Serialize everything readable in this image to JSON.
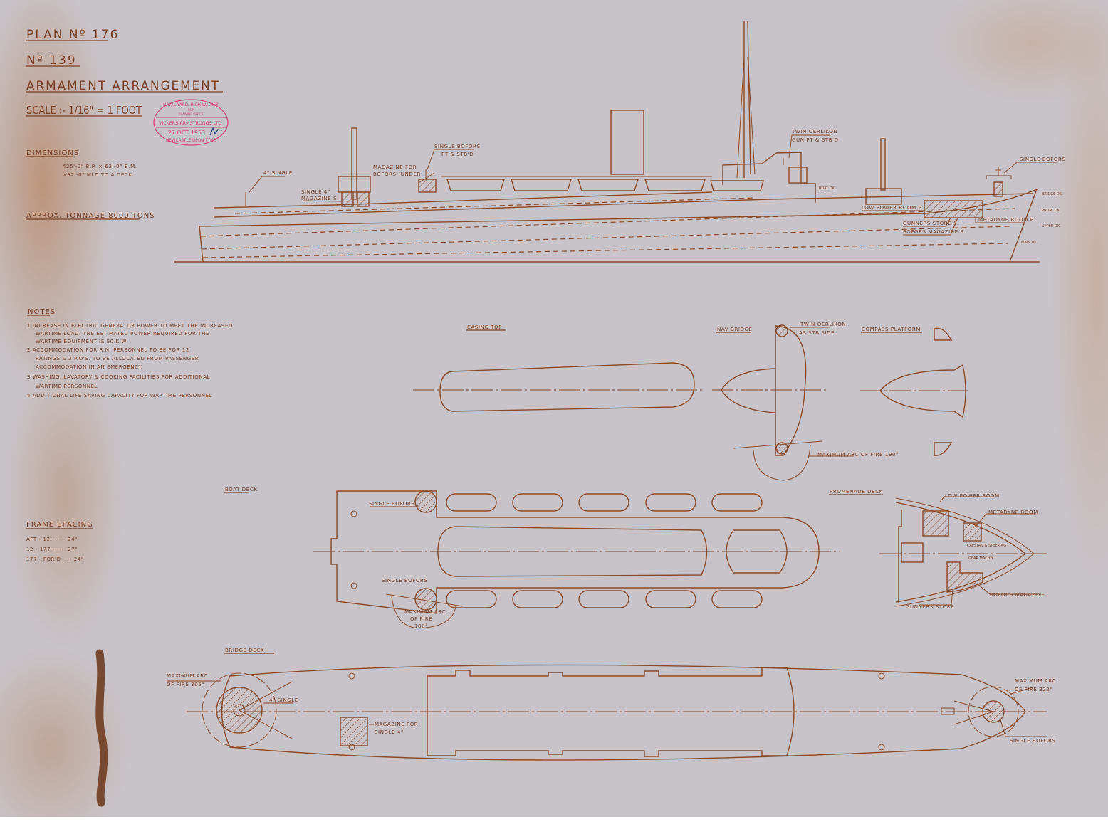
{
  "title_block": {
    "plan_no": "PLAN Nº 176",
    "number": "Nº 139",
    "title": "ARMAMENT ARRANGEMENT",
    "scale": "SCALE :- 1/16\" = 1 FOOT"
  },
  "stamp": {
    "line1": "NAVAL YARD, HIGH WALKER",
    "line2": "N&P",
    "line3": "DRAWING OFFICE",
    "line4": "VICKERS-ARMSTRONGS LTD.",
    "date": "27 OCT 1953",
    "line5": "NEWCASTLE UPON TYNE",
    "color": "#d2457a"
  },
  "dimensions": {
    "heading": "DIMENSIONS",
    "line1": "425'-0\" B.P. × 63'-0\" B.M.",
    "line2": "×37'-0\" MLD TO A DECK."
  },
  "tonnage": "APPROX. TONNAGE 8000 TONS",
  "notes": {
    "heading": "NOTES",
    "lines": [
      "1  INCREASE IN ELECTRIC GENERATOR POWER TO MEET THE INCREASED",
      "WARTIME LOAD. THE ESTIMATED POWER REQUIRED FOR THE",
      "WARTIME EQUIPMENT IS 50 K.W.",
      "2  ACCOMMODATION FOR R.N. PERSONNEL TO BE FOR 12",
      "RATINGS & 2 P.O'S. TO BE ALLOCATED FROM PASSENGER",
      "ACCOMMODATION IN AN EMERGENCY.",
      "3  WASHING, LAVATORY & COOKING FACILITIES FOR ADDITIONAL",
      "WARTIME PERSONNEL",
      "4  ADDITIONAL LIFE SAVING CAPACITY FOR WARTIME PERSONNEL"
    ]
  },
  "frame_spacing": {
    "heading": "FRAME SPACING",
    "rows": [
      "AFT - 12 ------ 24\"",
      "12 - 177 ------ 27\"",
      "177 - FOR'D ---- 24\""
    ]
  },
  "profile": {
    "four_inch_single": "4\" SINGLE",
    "single_4_mag_1": "SINGLE 4\"",
    "single_4_mag_2": "MAGAZINE S.",
    "mag_bofors_1": "MAGAZINE FOR",
    "mag_bofors_2": "BOFORS (UNDER)",
    "single_bofors_1": "SINGLE BOFORS",
    "single_bofors_2": "PT & STB'D",
    "twin_oerlikon_1": "TWIN OERLIKON",
    "twin_oerlikon_2": "GUN PT & STB'D",
    "single_bofors_fwd": "SINGLE BOFORS",
    "boat_dk": "BOAT DK.",
    "bridge_dk": "BRIDGE DK.",
    "prom_dk": "PROM. DK.",
    "upper_dk": "UPPER DK.",
    "main_dk": "MAIN DK.",
    "low_power": "LOW POWER ROOM P.",
    "gunners_store": "GUNNERS STORE S.",
    "bofors_mag": "BOFORS MAGAZINE S.",
    "metadyne": "METADYNE ROOM P."
  },
  "casing_top": {
    "label": "CASING TOP"
  },
  "nav_bridge": {
    "label": "NAV BRIDGE",
    "oerlikon_1": "TWIN OERLIKON",
    "oerlikon_2": "AS STB SIDE",
    "arc": "MAXIMUM ARC OF FIRE 190°"
  },
  "compass_platform": {
    "label": "COMPASS PLATFORM"
  },
  "boat_deck": {
    "label": "BOAT DECK",
    "bofors_top": "SINGLE BOFORS",
    "bofors_bottom": "SINGLE BOFORS",
    "arc_1": "MAXIMUM ARC",
    "arc_2": "OF FIRE",
    "arc_3": "180°"
  },
  "promenade_deck": {
    "label": "PROMENADE DECK",
    "low_power": "LOW POWER ROOM",
    "metadyne": "METADYNE ROOM",
    "capstan_1": "CAPSTAN & STEERING",
    "capstan_2": "GEAR MACH'Y",
    "bofors_mag": "BOFORS MAGAZINE",
    "gunners_store": "GUNNERS STORE"
  },
  "bridge_deck": {
    "label": "BRIDGE DECK",
    "arc_aft_1": "MAXIMUM ARC",
    "arc_aft_2": "OF FIRE 305°",
    "four_single": "4\" SINGLE",
    "mag_1": "MAGAZINE FOR",
    "mag_2": "SINGLE 4\"",
    "arc_fwd_1": "MAXIMUM ARC",
    "arc_fwd_2": "OF FIRE 322°",
    "single_bofors": "SINGLE BOFORS"
  },
  "colors": {
    "paper": "#c8c3c8",
    "ink": "#8a4a2a"
  }
}
